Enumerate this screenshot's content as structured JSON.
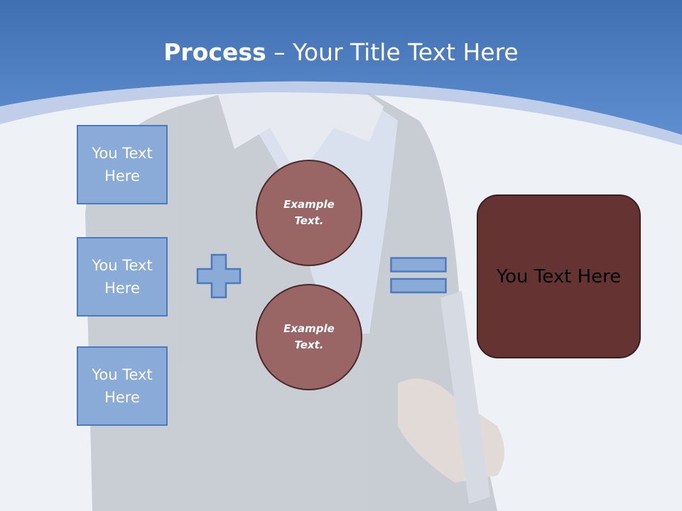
{
  "title": {
    "bold": "Process",
    "rest": " – Your Title Text Here"
  },
  "inputs": [
    {
      "line1": "You Text",
      "line2": "Here"
    },
    {
      "line1": "You Text",
      "line2": "Here"
    },
    {
      "line1": "You Text",
      "line2": "Here"
    }
  ],
  "operators": {
    "plus": "plus-icon",
    "equals": "equals-icon"
  },
  "circles": [
    {
      "line1": "Example",
      "line2": "Text."
    },
    {
      "line1": "Example",
      "line2": "Text."
    }
  ],
  "result": {
    "label": "You Text Here"
  },
  "colors": {
    "header_blue": "#4f7fc0",
    "box_fill": "#8aaad8",
    "box_border": "#4d79bf",
    "circle_fill": "#9a6565",
    "result_fill": "#663333"
  }
}
